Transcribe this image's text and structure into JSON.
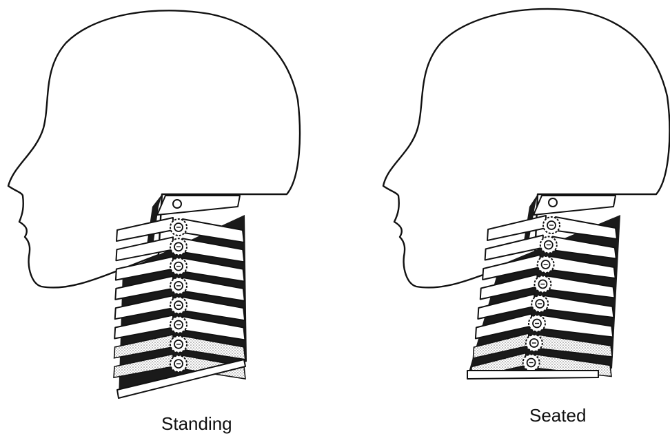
{
  "figures": [
    {
      "id": "standing",
      "label": "Standing"
    },
    {
      "id": "seated",
      "label": "Seated"
    }
  ],
  "icons": [
    "head-outline",
    "neck-vertebrae",
    "spine-joint"
  ]
}
